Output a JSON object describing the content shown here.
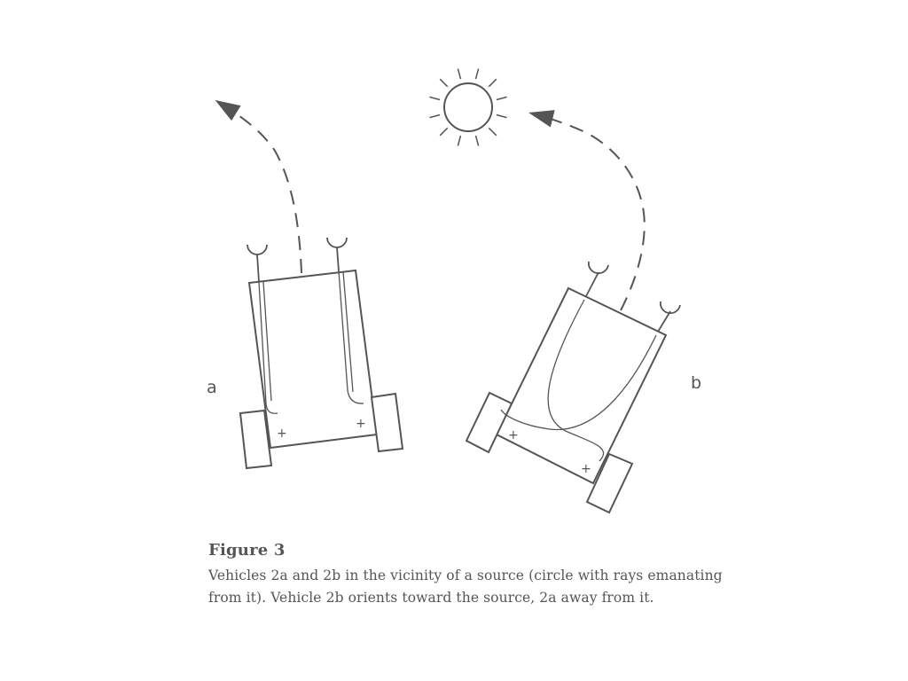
{
  "diagram": {
    "vehicle_a_label": "a",
    "vehicle_b_label": "b",
    "plus_sign": "+"
  },
  "caption": {
    "title": "Figure 3",
    "text": "Vehicles 2a and 2b in the vicinity of a source (circle with rays emanating from it). Vehicle 2b orients toward the source, 2a away from it."
  },
  "colors": {
    "stroke": "#555555",
    "background": "#ffffff"
  }
}
